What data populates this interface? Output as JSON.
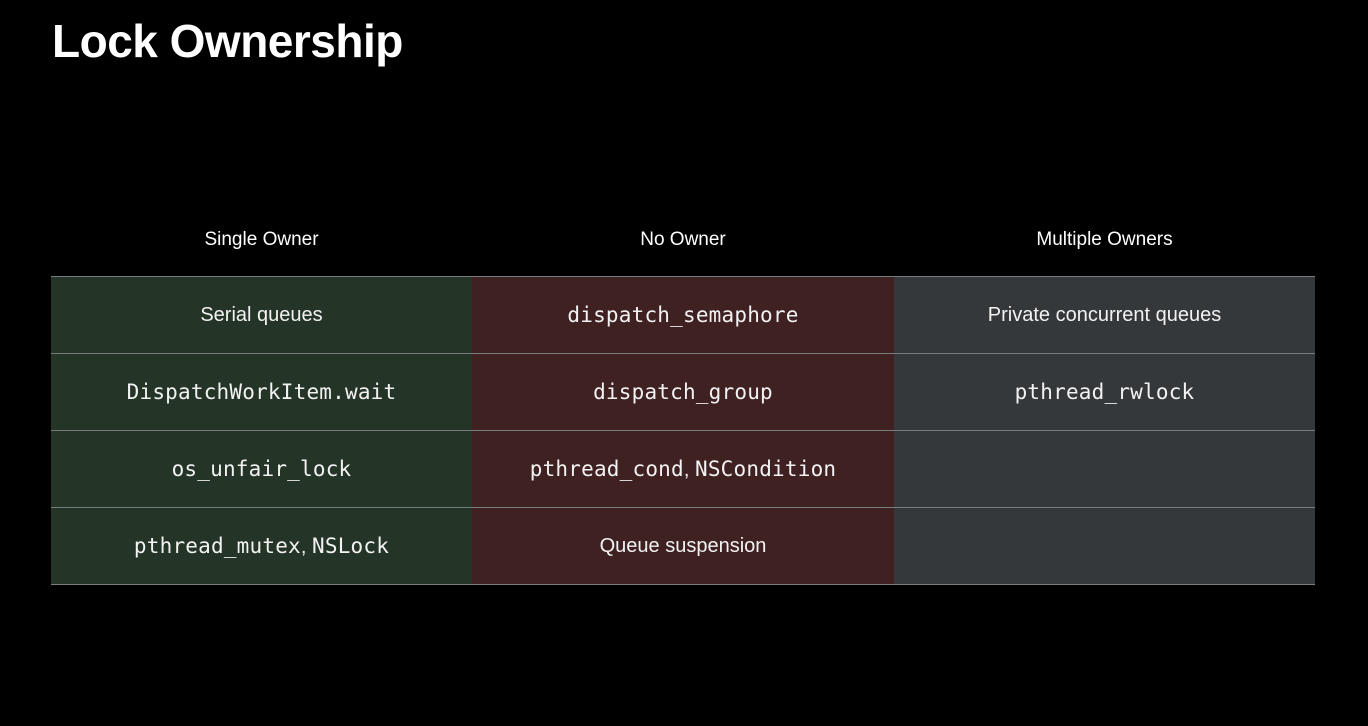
{
  "slide": {
    "title": "Lock Ownership",
    "background_color": "#000000",
    "title_color": "#ffffff"
  },
  "table": {
    "columns": [
      {
        "header": "Single Owner",
        "fill_color": "#243427",
        "key": "single"
      },
      {
        "header": "No Owner",
        "fill_color": "#3f2122",
        "key": "none"
      },
      {
        "header": "Multiple Owners",
        "fill_color": "#35383a",
        "key": "multi"
      }
    ],
    "border_color": "#767b80",
    "rows": [
      {
        "single": {
          "text": "Serial queues",
          "style": "text"
        },
        "none": {
          "text": "dispatch_semaphore",
          "style": "mono"
        },
        "multi": {
          "text": "Private concurrent queues",
          "style": "text"
        }
      },
      {
        "single": {
          "text": "DispatchWorkItem.wait",
          "style": "mono"
        },
        "none": {
          "text": "dispatch_group",
          "style": "mono"
        },
        "multi": {
          "text": "pthread_rwlock",
          "style": "mono"
        }
      },
      {
        "single": {
          "text": "os_unfair_lock",
          "style": "mono"
        },
        "none": {
          "text": "pthread_cond",
          "style": "mono",
          "separator": ", ",
          "text2": "NSCondition"
        },
        "multi": {
          "text": "",
          "style": "empty"
        }
      },
      {
        "single": {
          "text": "pthread_mutex",
          "style": "mono",
          "separator": ", ",
          "text2": "NSLock"
        },
        "none": {
          "text": "Queue suspension",
          "style": "text"
        },
        "multi": {
          "text": "",
          "style": "empty"
        }
      }
    ]
  }
}
